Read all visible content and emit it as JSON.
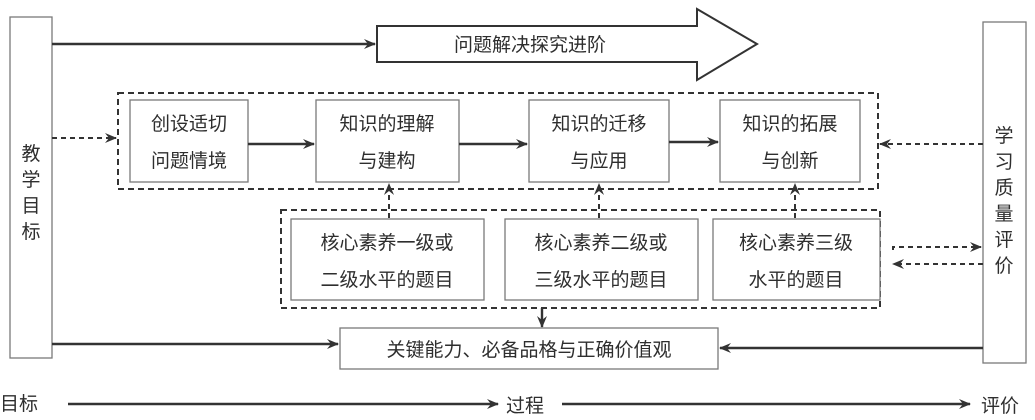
{
  "left_column": {
    "label": [
      "教",
      "学",
      "目",
      "标"
    ]
  },
  "right_column": {
    "label": [
      "学",
      "习",
      "质",
      "量",
      "评",
      "价"
    ]
  },
  "top_arrow": {
    "label": "问题解决探究进阶"
  },
  "process_steps": [
    {
      "line1": "创设适切",
      "line2": "问题情境"
    },
    {
      "line1": "知识的理解",
      "line2": "与建构"
    },
    {
      "line1": "知识的迁移",
      "line2": "与应用"
    },
    {
      "line1": "知识的拓展",
      "line2": "与创新"
    }
  ],
  "question_levels": [
    {
      "line1": "核心素养一级或",
      "line2": "二级水平的题目"
    },
    {
      "line1": "核心素养二级或",
      "line2": "三级水平的题目"
    },
    {
      "line1": "核心素养三级",
      "line2": "水平的题目"
    }
  ],
  "outcome": {
    "label": "关键能力、必备品格与正确价值观"
  },
  "timeline": {
    "start": "目标",
    "middle": "过程",
    "end": "评价"
  }
}
